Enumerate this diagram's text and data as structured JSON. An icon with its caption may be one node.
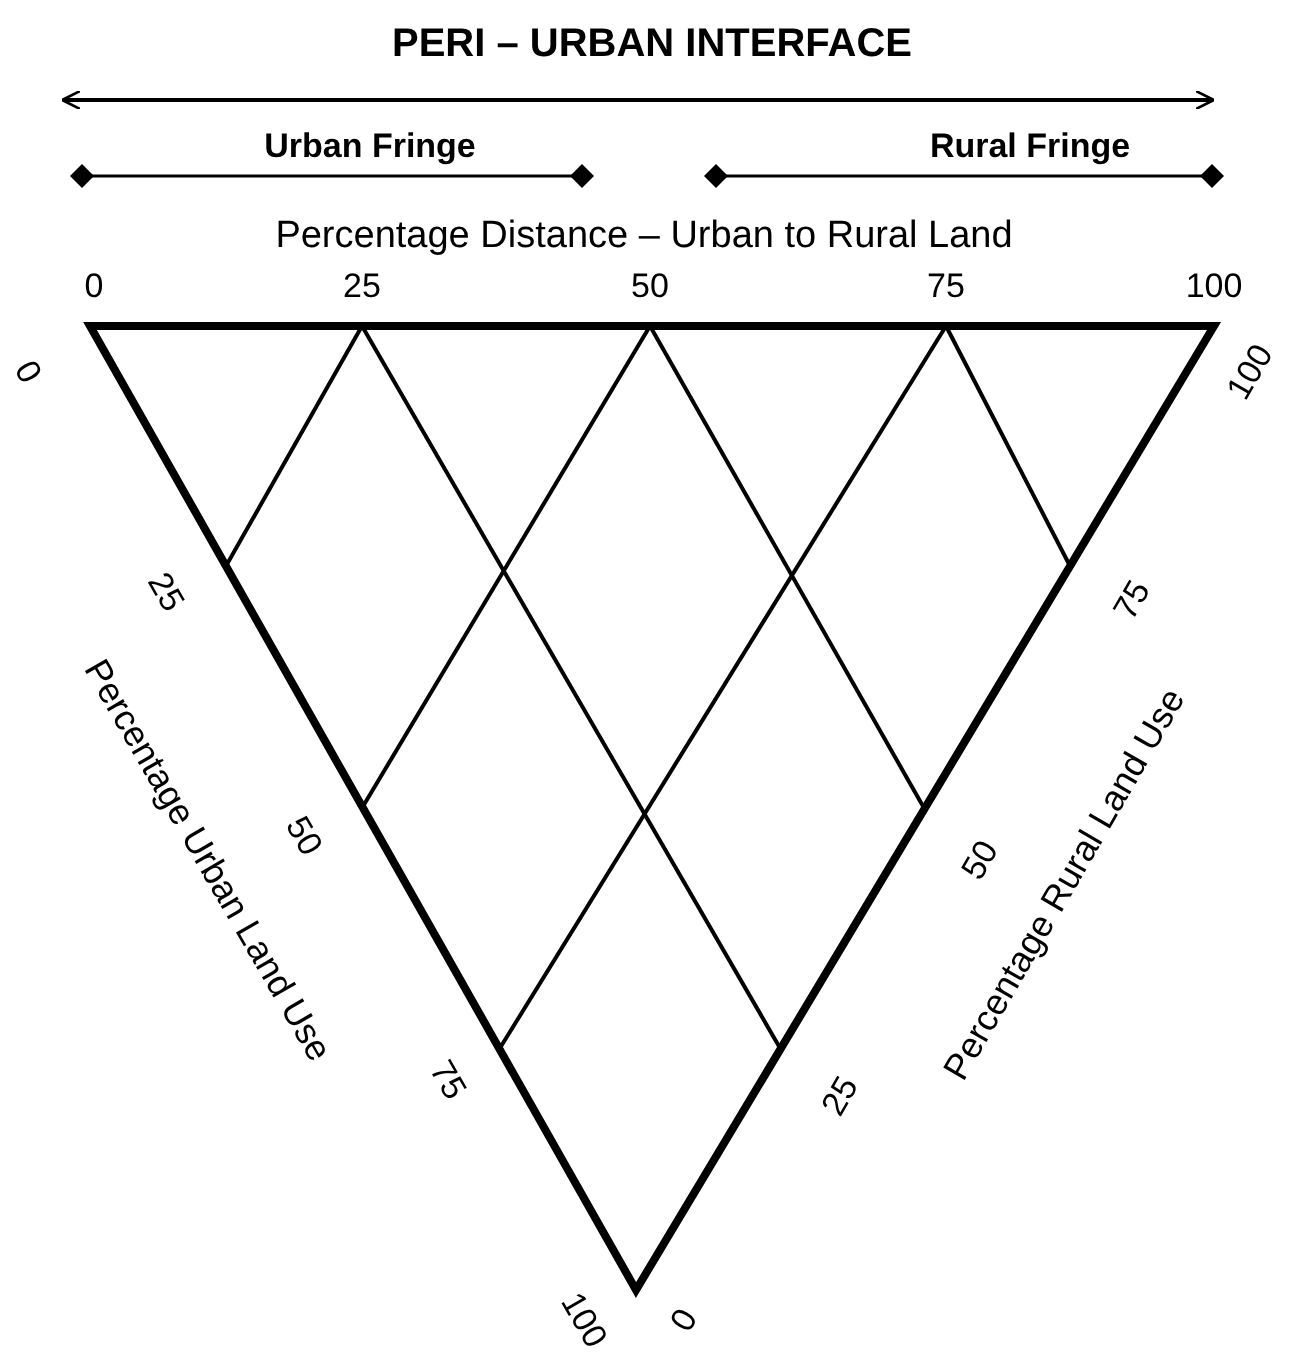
{
  "diagram": {
    "title": "PERI – URBAN INTERFACE",
    "labels": [
      "Urban Fringe",
      "Rural Fringe",
      "Percentage Distance – Urban to Rural Land",
      "0",
      "25",
      "50",
      "75",
      "100",
      "0",
      "25",
      "50",
      "75",
      "100",
      "Percentage  Urban Land Use",
      "100",
      "75",
      "50",
      "25",
      "0",
      "Percentage  Rural Land Use"
    ]
  }
}
